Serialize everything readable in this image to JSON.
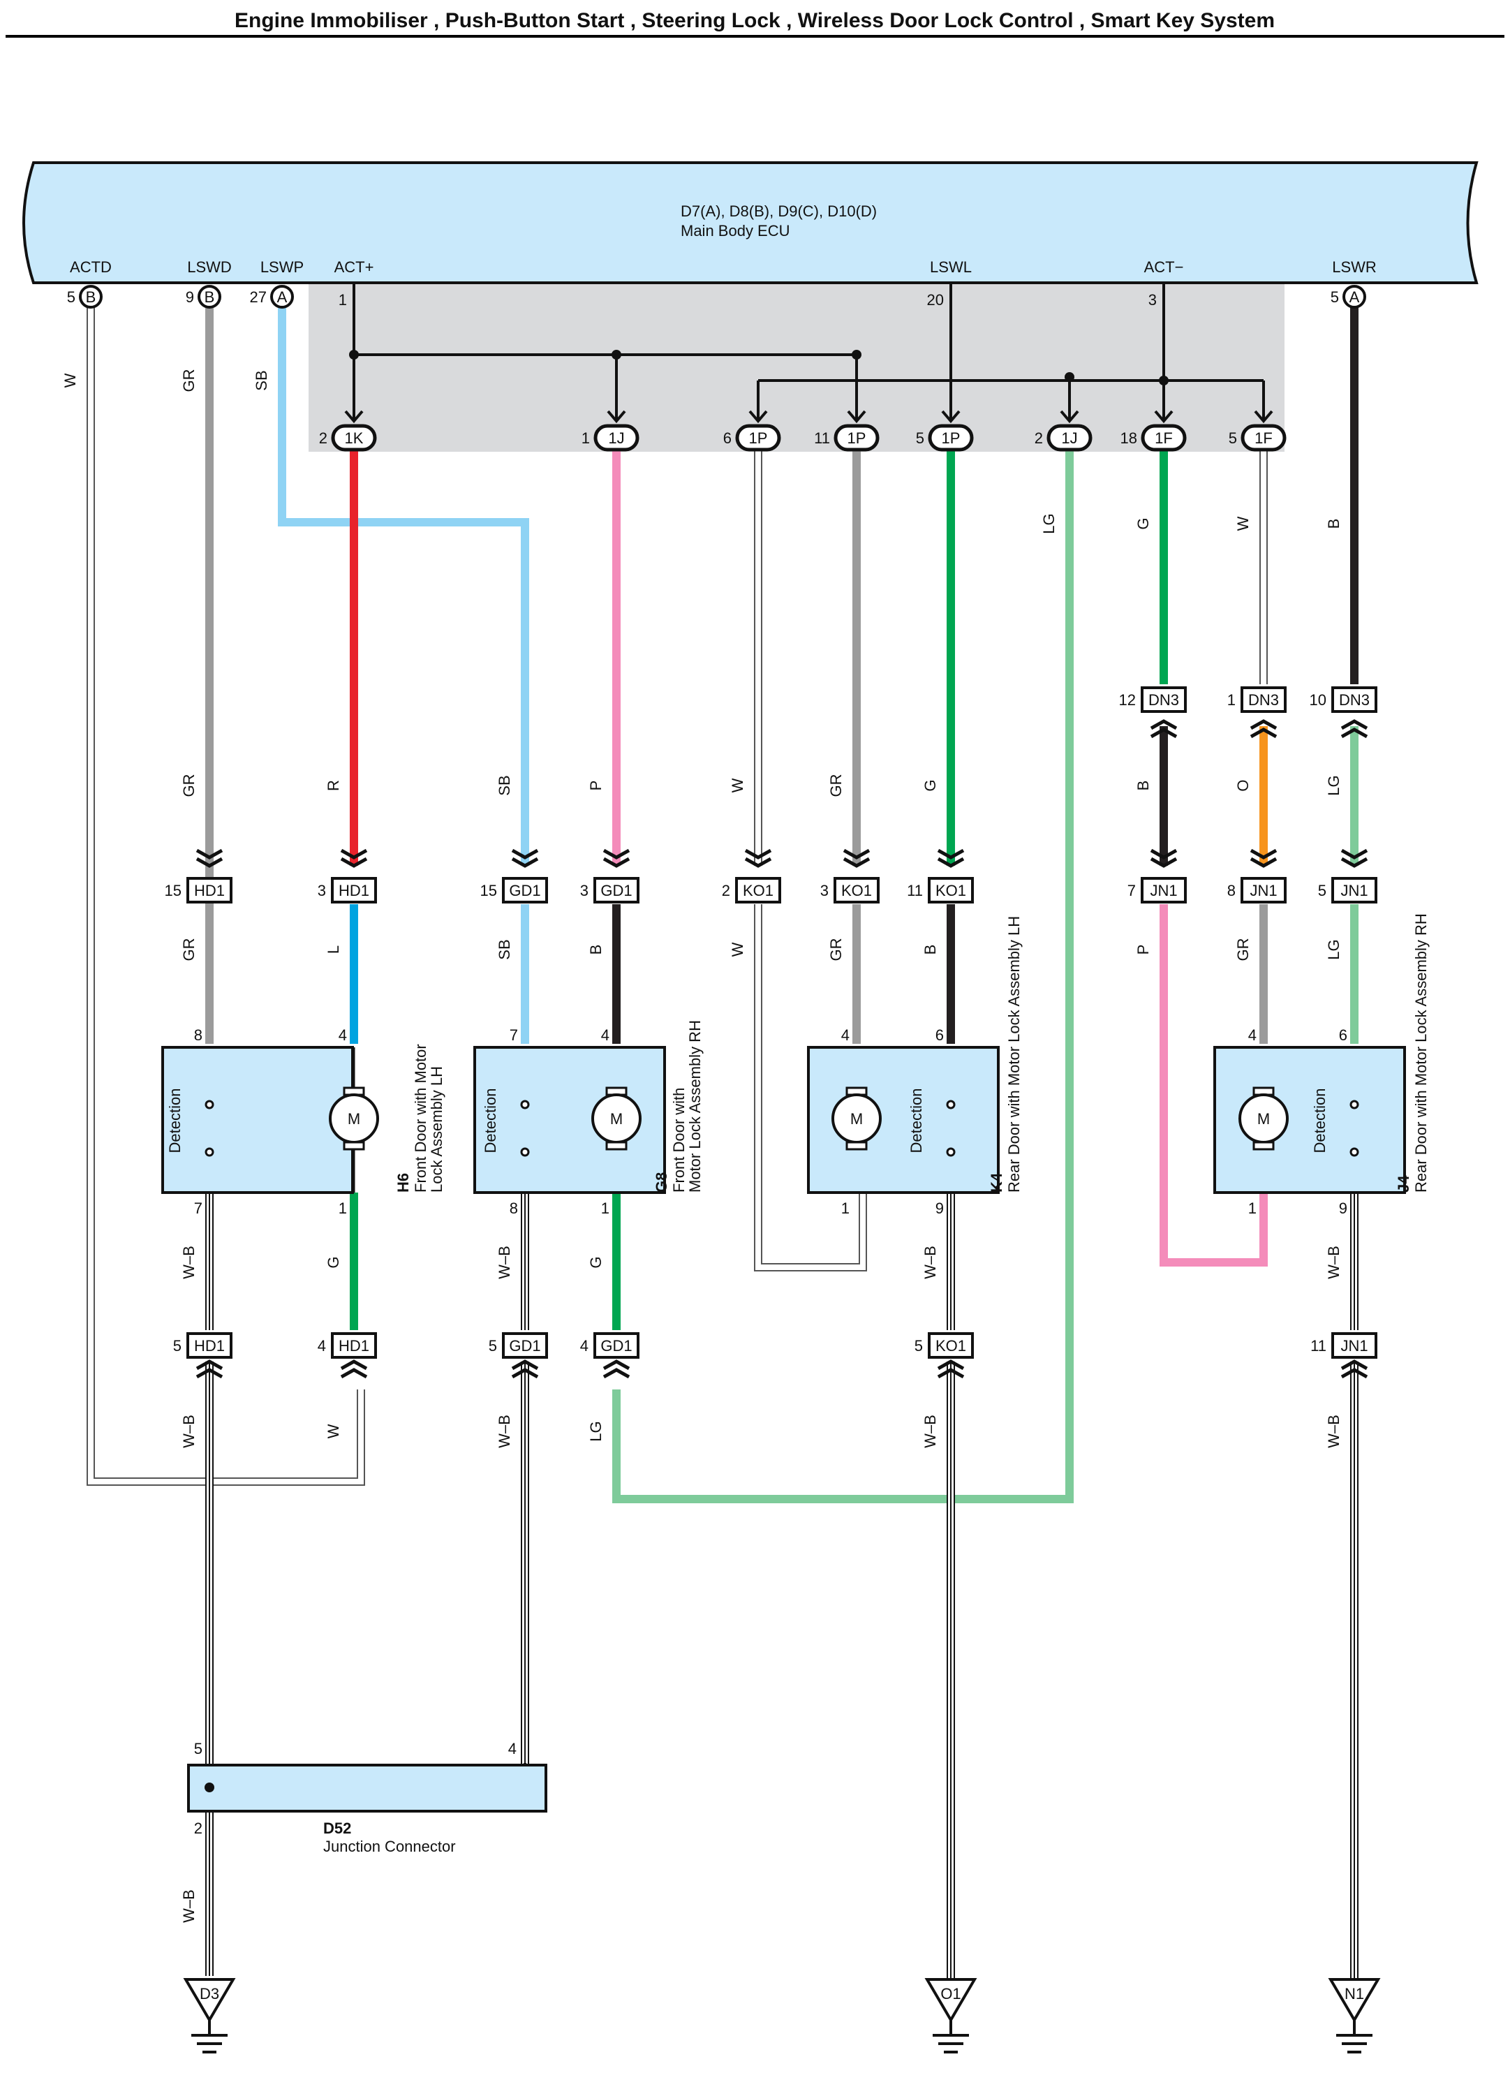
{
  "title": "Engine Immobiliser , Push-Button Start , Steering Lock , Wireless Door Lock Control , Smart Key System",
  "ecu": {
    "connectors": "D7(A), D8(B), D9(C), D10(D)",
    "name": "Main Body ECU",
    "terminals": [
      {
        "label": "ACTD",
        "pin": "5",
        "conn": "B"
      },
      {
        "label": "LSWD",
        "pin": "9",
        "conn": "B"
      },
      {
        "label": "LSWP",
        "pin": "27",
        "conn": "A"
      },
      {
        "label": "ACT+",
        "pin": "1",
        "conn": ""
      },
      {
        "label": "LSWL",
        "pin": "20",
        "conn": ""
      },
      {
        "label": "ACT−",
        "pin": "3",
        "conn": ""
      },
      {
        "label": "LSWR",
        "pin": "5",
        "conn": "A"
      }
    ]
  },
  "junction_row": [
    {
      "pin": "2",
      "code": "1K"
    },
    {
      "pin": "1",
      "code": "1J"
    },
    {
      "pin": "6",
      "code": "1P"
    },
    {
      "pin": "11",
      "code": "1P"
    },
    {
      "pin": "5",
      "code": "1P"
    },
    {
      "pin": "2",
      "code": "1J"
    },
    {
      "pin": "18",
      "code": "1F"
    },
    {
      "pin": "5",
      "code": "1F"
    }
  ],
  "dn3_row": [
    {
      "pin": "12",
      "code": "DN3"
    },
    {
      "pin": "1",
      "code": "DN3"
    },
    {
      "pin": "10",
      "code": "DN3"
    }
  ],
  "door_connectors_upper": [
    {
      "pin": "15",
      "code": "HD1"
    },
    {
      "pin": "3",
      "code": "HD1"
    },
    {
      "pin": "15",
      "code": "GD1"
    },
    {
      "pin": "3",
      "code": "GD1"
    },
    {
      "pin": "2",
      "code": "KO1"
    },
    {
      "pin": "3",
      "code": "KO1"
    },
    {
      "pin": "11",
      "code": "KO1"
    },
    {
      "pin": "7",
      "code": "JN1"
    },
    {
      "pin": "8",
      "code": "JN1"
    },
    {
      "pin": "5",
      "code": "JN1"
    }
  ],
  "door_connectors_lower": [
    {
      "pin": "5",
      "code": "HD1"
    },
    {
      "pin": "4",
      "code": "HD1"
    },
    {
      "pin": "5",
      "code": "GD1"
    },
    {
      "pin": "4",
      "code": "GD1"
    },
    {
      "pin": "5",
      "code": "KO1"
    },
    {
      "pin": "11",
      "code": "JN1"
    }
  ],
  "wire_colors": {
    "R": "#e8232c",
    "SB": "#8fd3f4",
    "P": "#f48cba",
    "GR": "#9b9b9b",
    "G": "#00a651",
    "LG": "#7ecb9a",
    "B": "#231f20",
    "L": "#00a3e0",
    "O": "#f7941d",
    "W": "#ffffff"
  },
  "wire_labels": {
    "upper_run": [
      "W",
      "GR",
      "SB",
      "LG",
      "G",
      "W",
      "B"
    ],
    "mid_run": [
      "GR",
      "R",
      "SB",
      "P",
      "W",
      "GR",
      "G",
      "B",
      "O",
      "LG"
    ],
    "door_run": [
      "GR",
      "L",
      "SB",
      "B",
      "W",
      "GR",
      "B",
      "P",
      "GR",
      "LG"
    ],
    "below_motor": [
      "W–B",
      "G",
      "W–B",
      "G",
      "W–B",
      "W–B"
    ],
    "below_conn": [
      "W–B",
      "W",
      "W–B",
      "LG",
      "W–B",
      "W–B"
    ],
    "ground_run": "W–B"
  },
  "components": [
    {
      "code": "H6",
      "name_1": "Front Door with Motor",
      "name_2": "Lock Assembly LH",
      "switch": "Detection",
      "motor": "M",
      "pins": {
        "switch_top": "8",
        "motor_top": "4",
        "switch_bottom": "7",
        "motor_bottom": "1"
      }
    },
    {
      "code": "G8",
      "name_1": "Front Door with",
      "name_2": "Motor Lock Assembly RH",
      "switch": "Detection",
      "motor": "M",
      "pins": {
        "switch_top": "7",
        "motor_top": "4",
        "switch_bottom": "8",
        "motor_bottom": "1"
      }
    },
    {
      "code": "K4",
      "name_1": "Rear Door with Motor Lock Assembly LH",
      "name_2": "",
      "switch": "Detection",
      "motor": "M",
      "pins": {
        "switch_top": "6",
        "motor_top": "4",
        "switch_bottom": "9",
        "motor_bottom": "1"
      }
    },
    {
      "code": "J4",
      "name_1": "Rear Door with Motor Lock Assembly RH",
      "name_2": "",
      "switch": "Detection",
      "motor": "M",
      "pins": {
        "switch_top": "6",
        "motor_top": "4",
        "switch_bottom": "9",
        "motor_bottom": "1"
      }
    }
  ],
  "junction_connector": {
    "code": "D52",
    "name": "Junction Connector",
    "pins": {
      "in_left": "5",
      "in_right": "4",
      "out": "2"
    }
  },
  "grounds": [
    "D3",
    "O1",
    "N1"
  ]
}
